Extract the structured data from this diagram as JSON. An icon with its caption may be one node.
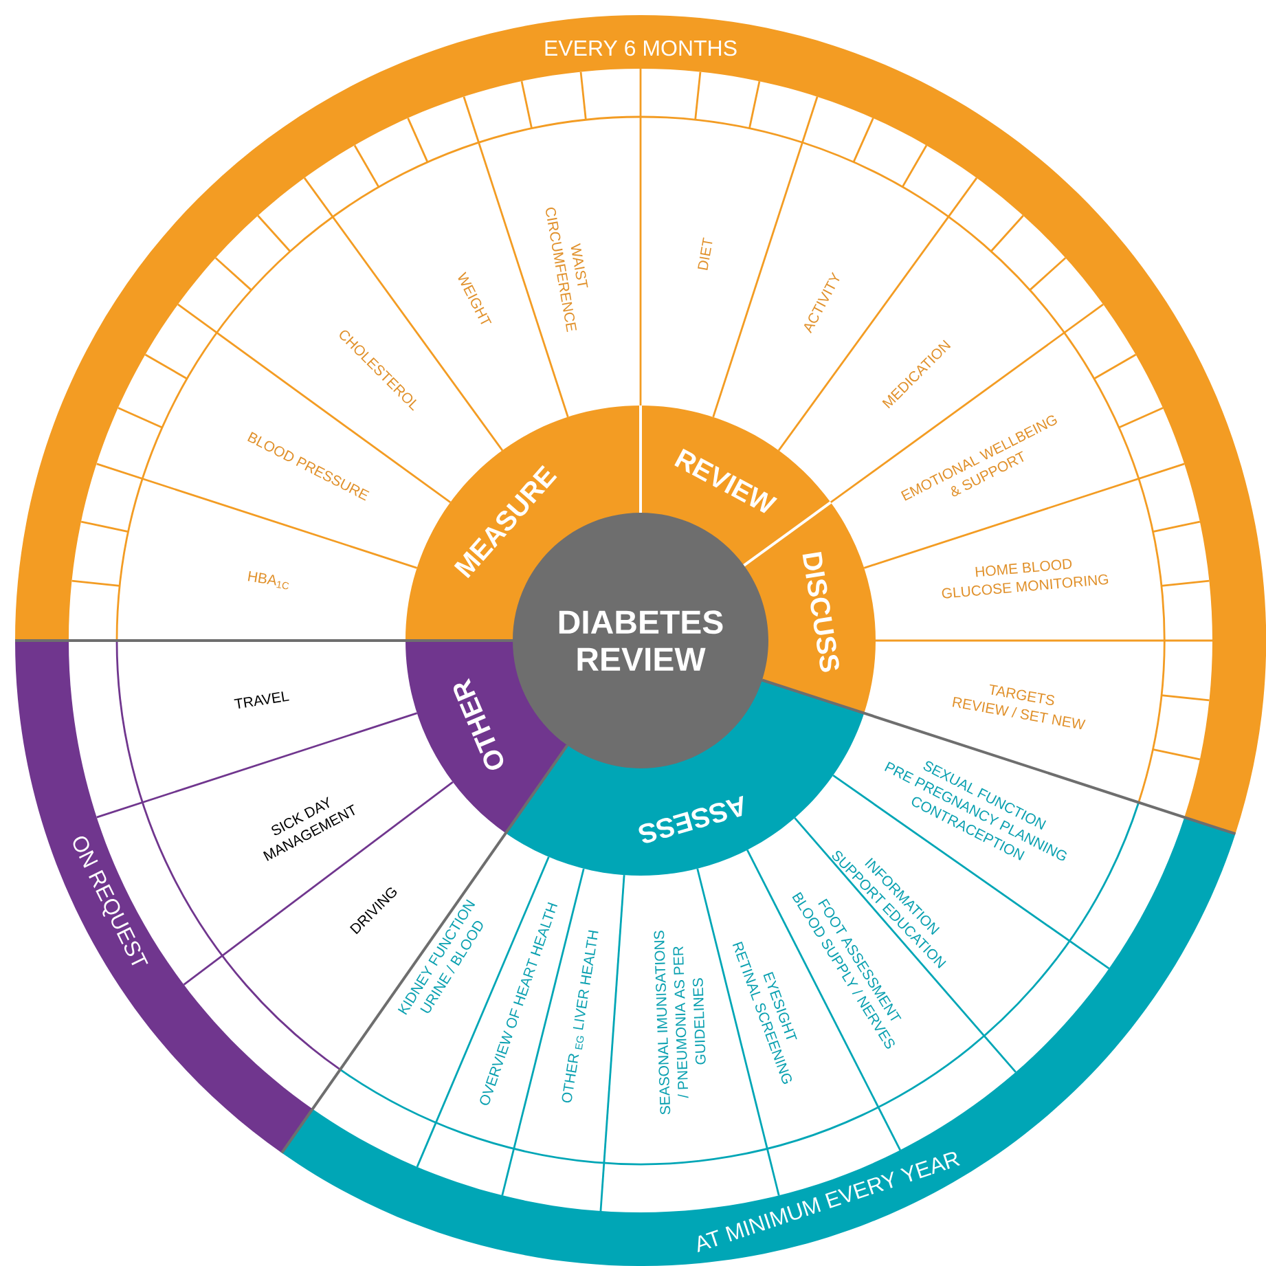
{
  "diagram": {
    "nodes": [
      {
        "text": [
          "DIABETES",
          "REVIEW"
        ]
      },
      {
        "text": [
          "MEASURE"
        ]
      },
      {
        "text": [
          "REVIEW"
        ]
      },
      {
        "text": [
          "DISCUSS"
        ]
      },
      {
        "text": [
          "ASSESS"
        ]
      },
      {
        "text": [
          "OTHER"
        ]
      },
      {
        "text": [
          "HBA$_{1C}$"
        ]
      },
      {
        "text": [
          "BLOOD PRESSURE"
        ]
      },
      {
        "text": [
          "CHOLESTEROL"
        ]
      },
      {
        "text": [
          "WEIGHT"
        ]
      },
      {
        "text": [
          "WAIST",
          "CIRCUMFERENCE"
        ]
      },
      {
        "text": [
          "DIET"
        ]
      },
      {
        "text": [
          "ACTIVITY"
        ]
      },
      {
        "text": [
          "MEDICATION"
        ]
      },
      {
        "text": [
          "EMOTIONAL WELLBEING",
          "& SUPPORT"
        ]
      },
      {
        "text": [
          "HOME BLOOD",
          "GLUCOSE MONITORING"
        ]
      },
      {
        "text": [
          "TARGETS",
          "REVIEW / SET NEW"
        ]
      },
      {
        "text": [
          "SEXUAL FUNCTION",
          "PRE PREGNANCY PLANNING",
          "CONTRACEPTION"
        ]
      },
      {
        "text": [
          "INFORMATION",
          "SUPPORT EDUCATION"
        ]
      },
      {
        "text": [
          "FOOT ASSESSMENT",
          "BLOOD SUPPLY / NERVES"
        ]
      },
      {
        "text": [
          "EYESIGHT",
          "RETINAL SCREENING"
        ]
      },
      {
        "text": [
          "SEASONAL IMUNISATIONS",
          "/ PNEUMONIA AS PER",
          "GUIDELINES"
        ]
      },
      {
        "text": [
          "OTHER $_{EG}$ LIVER HEALTH"
        ]
      },
      {
        "text": [
          "OVERVIEW OF HEART HEALTH"
        ]
      },
      {
        "text": [
          "KIDNEY FUNCTION",
          "URINE / BLOOD"
        ]
      },
      {
        "text": [
          "DRIVING"
        ]
      },
      {
        "text": [
          "SICK DAY",
          "MANAGEMENT"
        ]
      },
      {
        "text": [
          "TRAVEL"
        ]
      },
      {
        "text": [
          "EVERY 6 MONTHS"
        ]
      },
      {
        "text": [
          "AT MINIMUM EVERY YEAR"
        ]
      },
      {
        "text": [
          "ON REQUEST"
        ]
      }
    ]
  }
}
